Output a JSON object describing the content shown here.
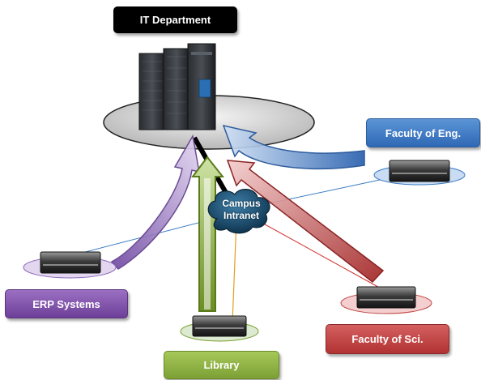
{
  "nodes": {
    "it_department": "IT Department",
    "faculty_eng": "Faculty of Eng.",
    "erp_systems": "ERP Systems",
    "library": "Library",
    "faculty_sci": "Faculty of Sci.",
    "campus_intranet": [
      "Campus",
      "Intranet"
    ]
  },
  "colors": {
    "it_label": "#000000",
    "eng_label": "#2f68b5",
    "erp_label": "#6d3f98",
    "library_label": "#7da035",
    "sci_label": "#b23232",
    "eng_arrow": "#5b8fd0",
    "erp_arrow": "#a487c4",
    "library_arrow": "#7fa038",
    "sci_arrow": "#c06a6a",
    "cloud": "#1b4b6b"
  },
  "icons": [
    "server-rack-icon",
    "server-unit-icon",
    "cloud-icon"
  ]
}
